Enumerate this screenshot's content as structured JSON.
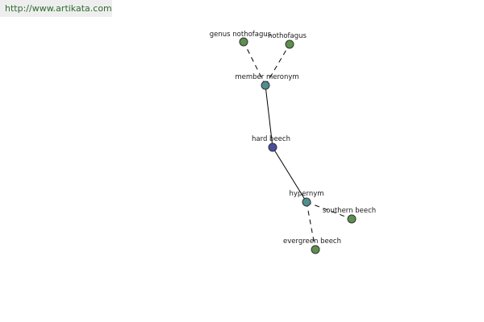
{
  "banner": {
    "url": "http://www.artikata.com"
  },
  "graph": {
    "colors": {
      "leaf": "#5e8f4f",
      "relation": "#4f8f8f",
      "center": "#4a4ea0"
    },
    "nodes": [
      {
        "id": "genus-nothofagus",
        "label": "genus nothofagus",
        "kind": "leaf"
      },
      {
        "id": "nothofagus",
        "label": "nothofagus",
        "kind": "leaf"
      },
      {
        "id": "member-meronym",
        "label": "member meronym",
        "kind": "relation"
      },
      {
        "id": "hard-beech",
        "label": "hard beech",
        "kind": "center"
      },
      {
        "id": "hypernym",
        "label": "hypernym",
        "kind": "relation"
      },
      {
        "id": "southern-beech",
        "label": "southern beech",
        "kind": "leaf"
      },
      {
        "id": "evergreen-beech",
        "label": "evergreen beech",
        "kind": "leaf"
      }
    ],
    "edges": [
      {
        "from": "member-meronym",
        "to": "genus-nothofagus",
        "style": "dashed"
      },
      {
        "from": "member-meronym",
        "to": "nothofagus",
        "style": "dashed"
      },
      {
        "from": "hard-beech",
        "to": "member-meronym",
        "style": "solid"
      },
      {
        "from": "hard-beech",
        "to": "hypernym",
        "style": "solid"
      },
      {
        "from": "hypernym",
        "to": "southern-beech",
        "style": "dashed"
      },
      {
        "from": "hypernym",
        "to": "evergreen-beech",
        "style": "dashed"
      }
    ]
  }
}
